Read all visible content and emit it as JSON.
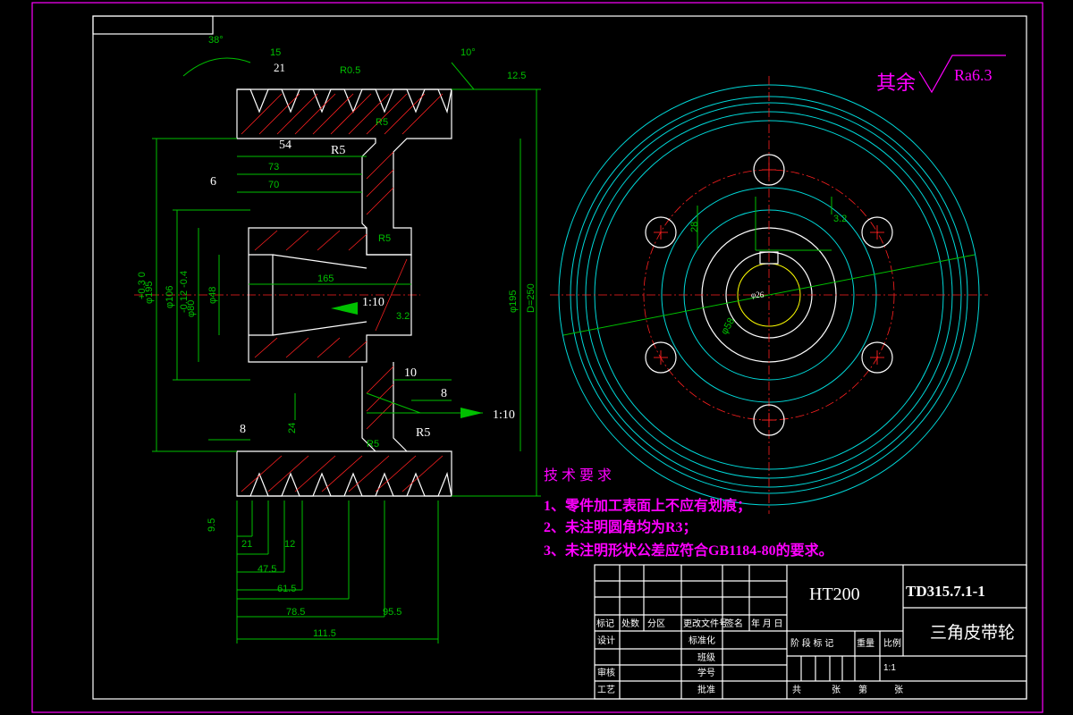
{
  "drawing": {
    "dimensions": {
      "angle_38": "38°",
      "pitch_15": "15",
      "width_21": "21",
      "r05": "R0.5",
      "r5_a": "R5",
      "r5_b": "R5",
      "r5_c": "R5",
      "r5_d": "R5",
      "r5_e": "R5",
      "angle_10": "10°",
      "ra125": "12.5",
      "d54": "54",
      "d73": "73",
      "d70": "70",
      "d6": "6",
      "d8_left": "8",
      "d8_right": "8",
      "d10": "10",
      "d165": "165",
      "phi195": "φ195",
      "phi195_tol": "+0.3 0",
      "phi106": "φ106",
      "phi80": "φ80",
      "phi80_tol": "-0.12 -0.4",
      "phi48": "φ48",
      "phi195_right": "φ195",
      "d250": "D=250",
      "taper1": "1:10",
      "taper2": "1:10",
      "ra32_a": "3.2",
      "ra32_b": "3.2",
      "d24": "24",
      "d28": "28",
      "phi26": "φ26",
      "phi58": "φ58"
    },
    "bottom_dims": [
      "9.5",
      "21",
      "12",
      "47.5",
      "61.5",
      "78.5",
      "95.5",
      "111.5"
    ],
    "surface_finish": {
      "prefix": "其余",
      "value": "Ra6.3"
    }
  },
  "tech_req": {
    "title": "技 术 要 求",
    "items": [
      "1、零件加工表面上不应有划痕；",
      "2、未注明圆角均为R3；",
      "3、未注明形状公差应符合GB1184-80的要求。"
    ]
  },
  "title_block": {
    "material": "HT200",
    "drawing_no": "TD315.7.1-1",
    "part_name": "三角皮带轮",
    "row_labels": [
      "标记",
      "处数",
      "分区",
      "更改文件号",
      "签名",
      "年 月 日"
    ],
    "design": "设计",
    "standardize": "标准化",
    "class": "班级",
    "review": "审核",
    "student_no": "学号",
    "process": "工艺",
    "approve": "批准",
    "stage_mark": "阶 段 标 记",
    "weight": "重量",
    "scale": "比例",
    "scale_value": "1:1",
    "total": "共",
    "sheets": "张",
    "page": "第",
    "sheets2": "张"
  },
  "colors": {
    "background": "#000000",
    "border": "#ff00ff",
    "outline": "#ffffff",
    "dimension": "#00c000",
    "centerline": "#ff2020",
    "circle": "#00d8d8"
  }
}
